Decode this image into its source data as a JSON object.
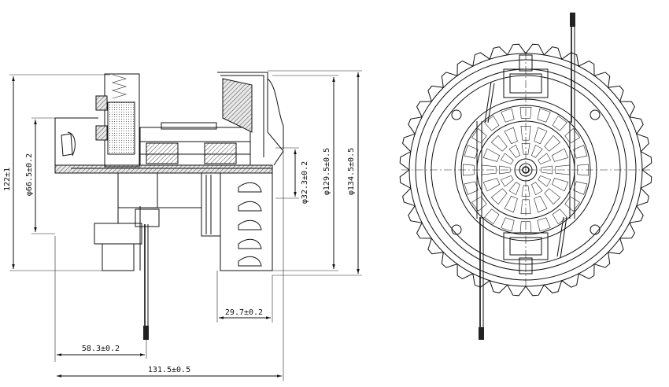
{
  "dimensions": {
    "height_total": "122±1",
    "dia_inner": "φ66.5±0.2",
    "dia_shaft": "φ32.3±0.2",
    "dia_fan": "φ129.5±0.5",
    "dia_outer": "φ134.5±0.5",
    "fan_height": "29.7±0.2",
    "terminal_offset": "58.3±0.2",
    "total_length": "131.5±0.5"
  }
}
